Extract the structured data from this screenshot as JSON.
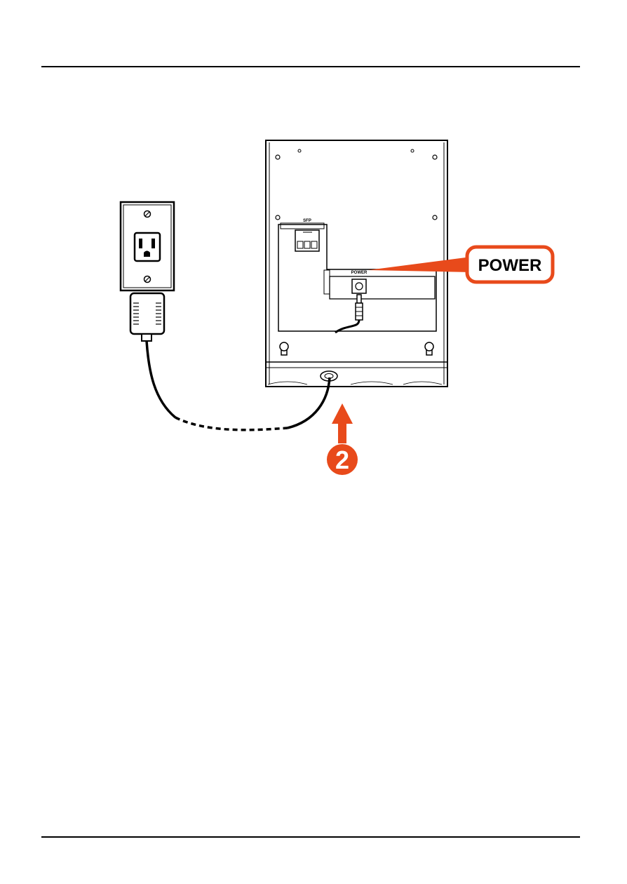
{
  "figure": {
    "callout_label": "POWER",
    "step_number": "2",
    "panel_label_top": "SFP",
    "panel_label_power": "POWER",
    "colors": {
      "accent": "#e84a1b",
      "ink": "#000000",
      "paper": "#ffffff"
    },
    "icons": [
      "wall-outlet-icon",
      "power-adapter-icon",
      "enclosure-box-icon",
      "arrow-up-icon"
    ]
  }
}
